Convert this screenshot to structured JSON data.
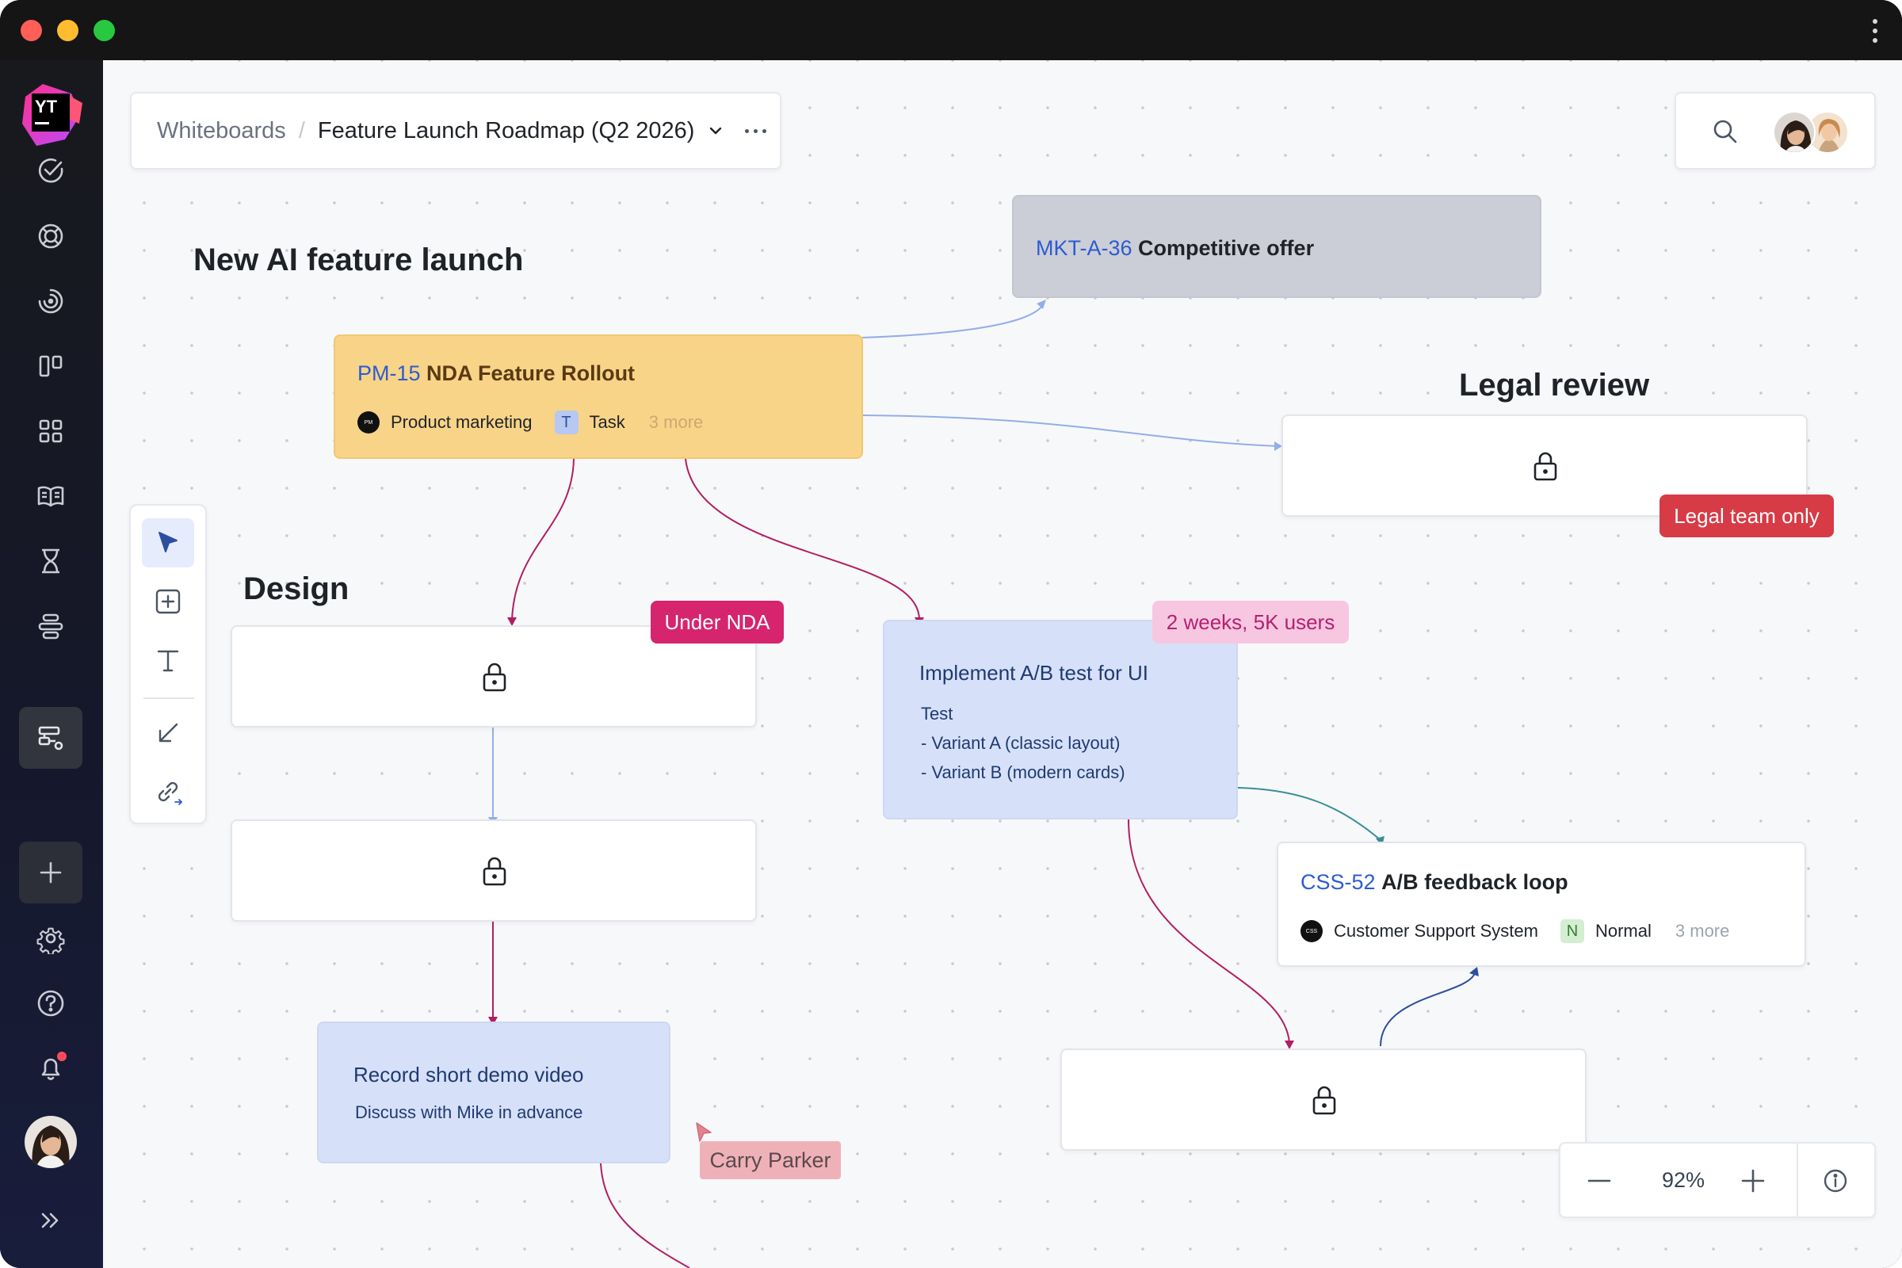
{
  "window": {
    "traffic_lights": [
      "close",
      "minimize",
      "zoom"
    ],
    "menu_icon": "vertical-dots-icon"
  },
  "sidebar": {
    "logo_text": "YT",
    "items": [
      {
        "icon": "check-circle-icon",
        "name": "issues"
      },
      {
        "icon": "lifebuoy-icon",
        "name": "helpdesk"
      },
      {
        "icon": "dashboard-gauge-icon",
        "name": "dashboards"
      },
      {
        "icon": "agile-board-icon",
        "name": "agile-boards"
      },
      {
        "icon": "apps-grid-icon",
        "name": "projects"
      },
      {
        "icon": "knowledge-base-book-icon",
        "name": "knowledge-base"
      },
      {
        "icon": "hourglass-icon",
        "name": "time-tracking"
      },
      {
        "icon": "gantt-icon",
        "name": "gantt-charts"
      },
      {
        "icon": "whiteboard-icon",
        "name": "whiteboards"
      },
      {
        "icon": "plus-icon",
        "name": "create"
      },
      {
        "icon": "gear-icon",
        "name": "administration"
      },
      {
        "icon": "help-circle-icon",
        "name": "help"
      },
      {
        "icon": "bell-icon",
        "name": "notifications"
      },
      {
        "icon": "avatar",
        "name": "profile"
      },
      {
        "icon": "double-chevron-right-icon",
        "name": "expand"
      }
    ]
  },
  "breadcrumb": {
    "root": "Whiteboards",
    "separator": "/",
    "current": "Feature Launch Roadmap (Q2 2026)"
  },
  "toolbar": {
    "tools": [
      "select-arrow-icon",
      "add-card-icon",
      "text-tool-icon",
      "connector-icon",
      "link-icon"
    ]
  },
  "headings": {
    "main": "New AI feature launch",
    "legal": "Legal review",
    "design": "Design"
  },
  "cards": {
    "mkt": {
      "id": "MKT-A-36",
      "title": "Competitive offer"
    },
    "pm": {
      "id": "PM-15",
      "title": "NDA Feature Rollout",
      "project_avatar": "PM",
      "project": "Product marketing",
      "type_letter": "T",
      "type": "Task",
      "more": "3 more"
    },
    "ab": {
      "title": "Implement A/B test for UI",
      "lines": [
        "Test",
        "- Variant A (classic layout)",
        "- Variant B (modern cards)"
      ]
    },
    "css": {
      "id": "CSS-52",
      "title": "A/B feedback loop",
      "project_avatar": "CSS",
      "project": "Customer Support System",
      "priority_letter": "N",
      "priority": "Normal",
      "more": "3 more"
    },
    "demo": {
      "title": "Record short demo video",
      "line": "Discuss with Mike in advance"
    }
  },
  "tags": {
    "under_nda": "Under NDA",
    "legal_only": "Legal team only",
    "weeks": "2 weeks, 5K users"
  },
  "cursor": {
    "user": "Carry Parker"
  },
  "zoom": {
    "value": "92%"
  },
  "colors": {
    "accent_blue": "#2d5bd0",
    "magenta": "#d6246e",
    "legal_red": "#d63b46",
    "teal_edge": "#3a8e96",
    "navy_edge": "#2d4f9e"
  }
}
